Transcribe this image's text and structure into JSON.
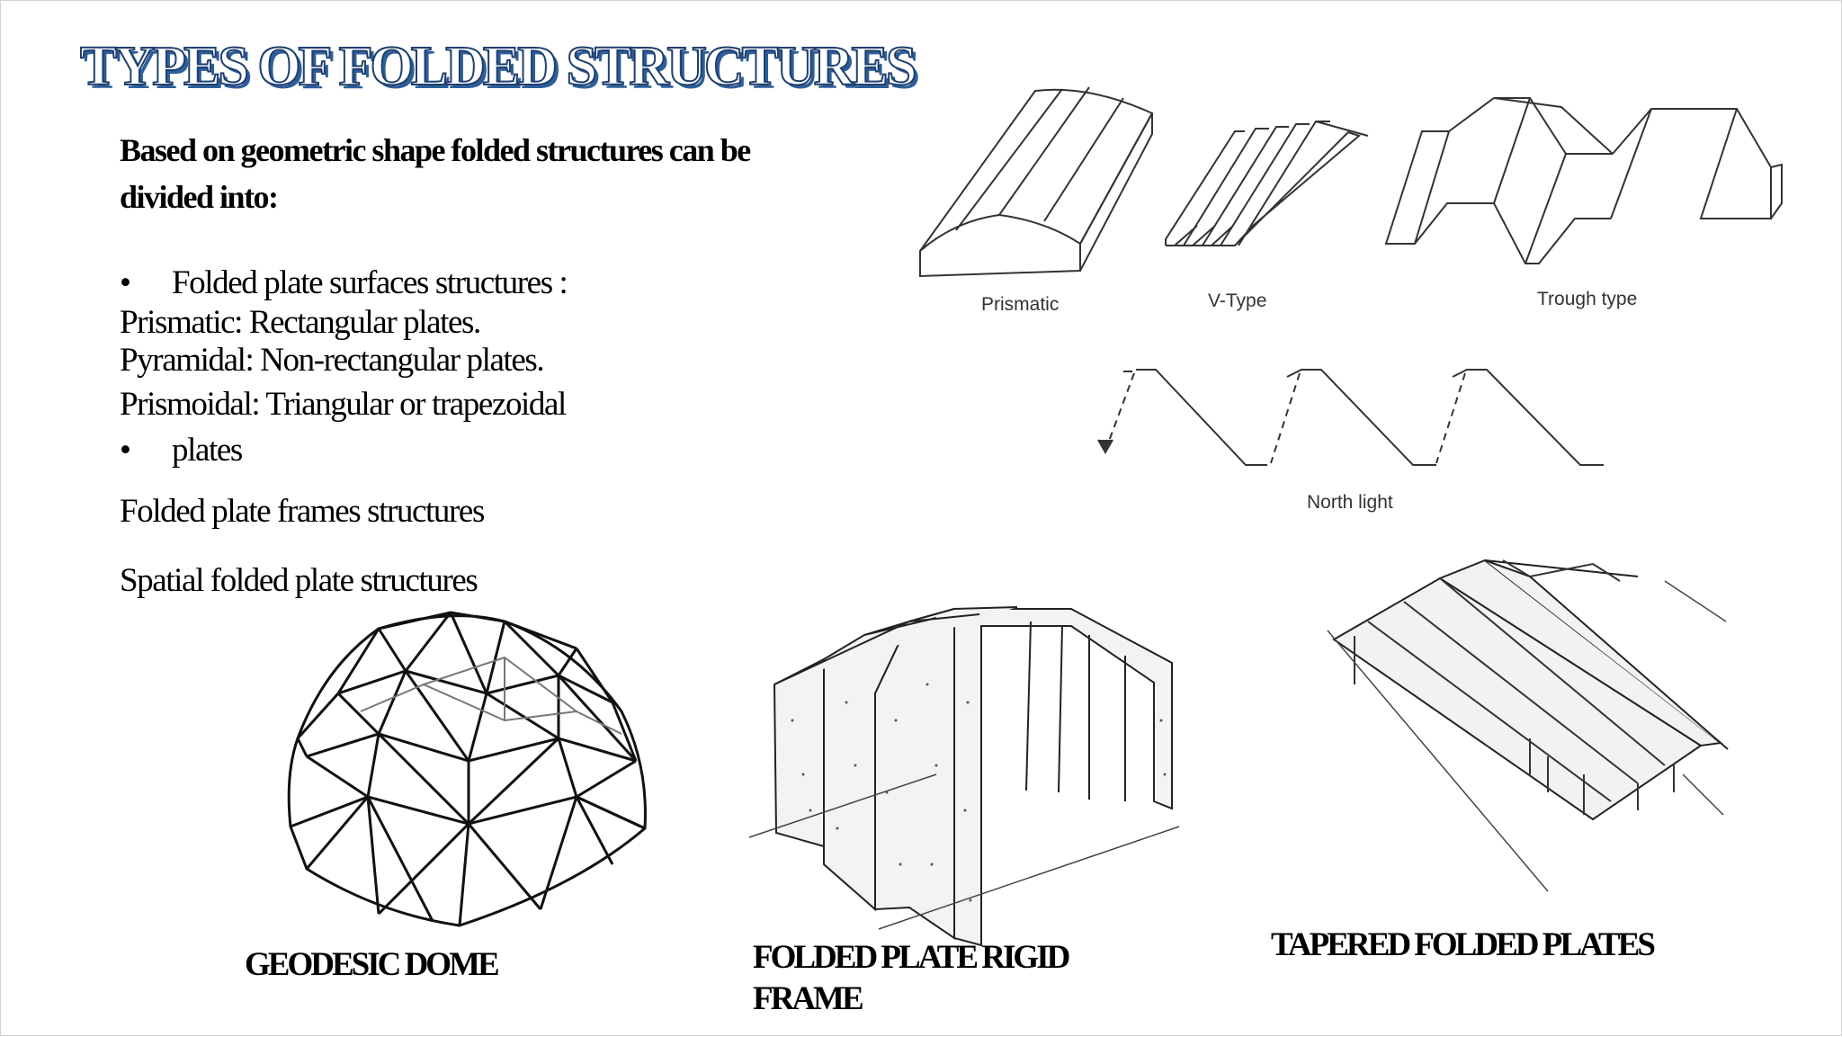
{
  "title": "TYPES OF FOLDED STRUCTURES",
  "intro_line1": "Based on geometric shape folded structures can be",
  "intro_line2": "divided into:",
  "bullet_symbol": "•",
  "lines": {
    "surfaces": "Folded plate surfaces structures :",
    "prismatic": "Prismatic: Rectangular plates.",
    "pyramidal": "Pyramidal: Non-rectangular plates.",
    "prismoidal": "Prismoidal: Triangular or trapezoidal",
    "plates": "plates",
    "frames": "Folded plate frames structures",
    "spatial": "Spatial folded plate structures"
  },
  "diagram_labels": {
    "prismatic": "Prismatic",
    "v_type": "V-Type",
    "trough": "Trough type",
    "north_light": "North light"
  },
  "captions": {
    "dome": "GEODESIC DOME",
    "rigid_frame_line1": "FOLDED PLATE RIGID",
    "rigid_frame_line2": "FRAME",
    "tapered": "TAPERED FOLDED PLATES"
  },
  "colors": {
    "title_fill": "#ffffff",
    "title_stroke": "#1f3f6e",
    "title_shadow": "#2d5f9a"
  }
}
